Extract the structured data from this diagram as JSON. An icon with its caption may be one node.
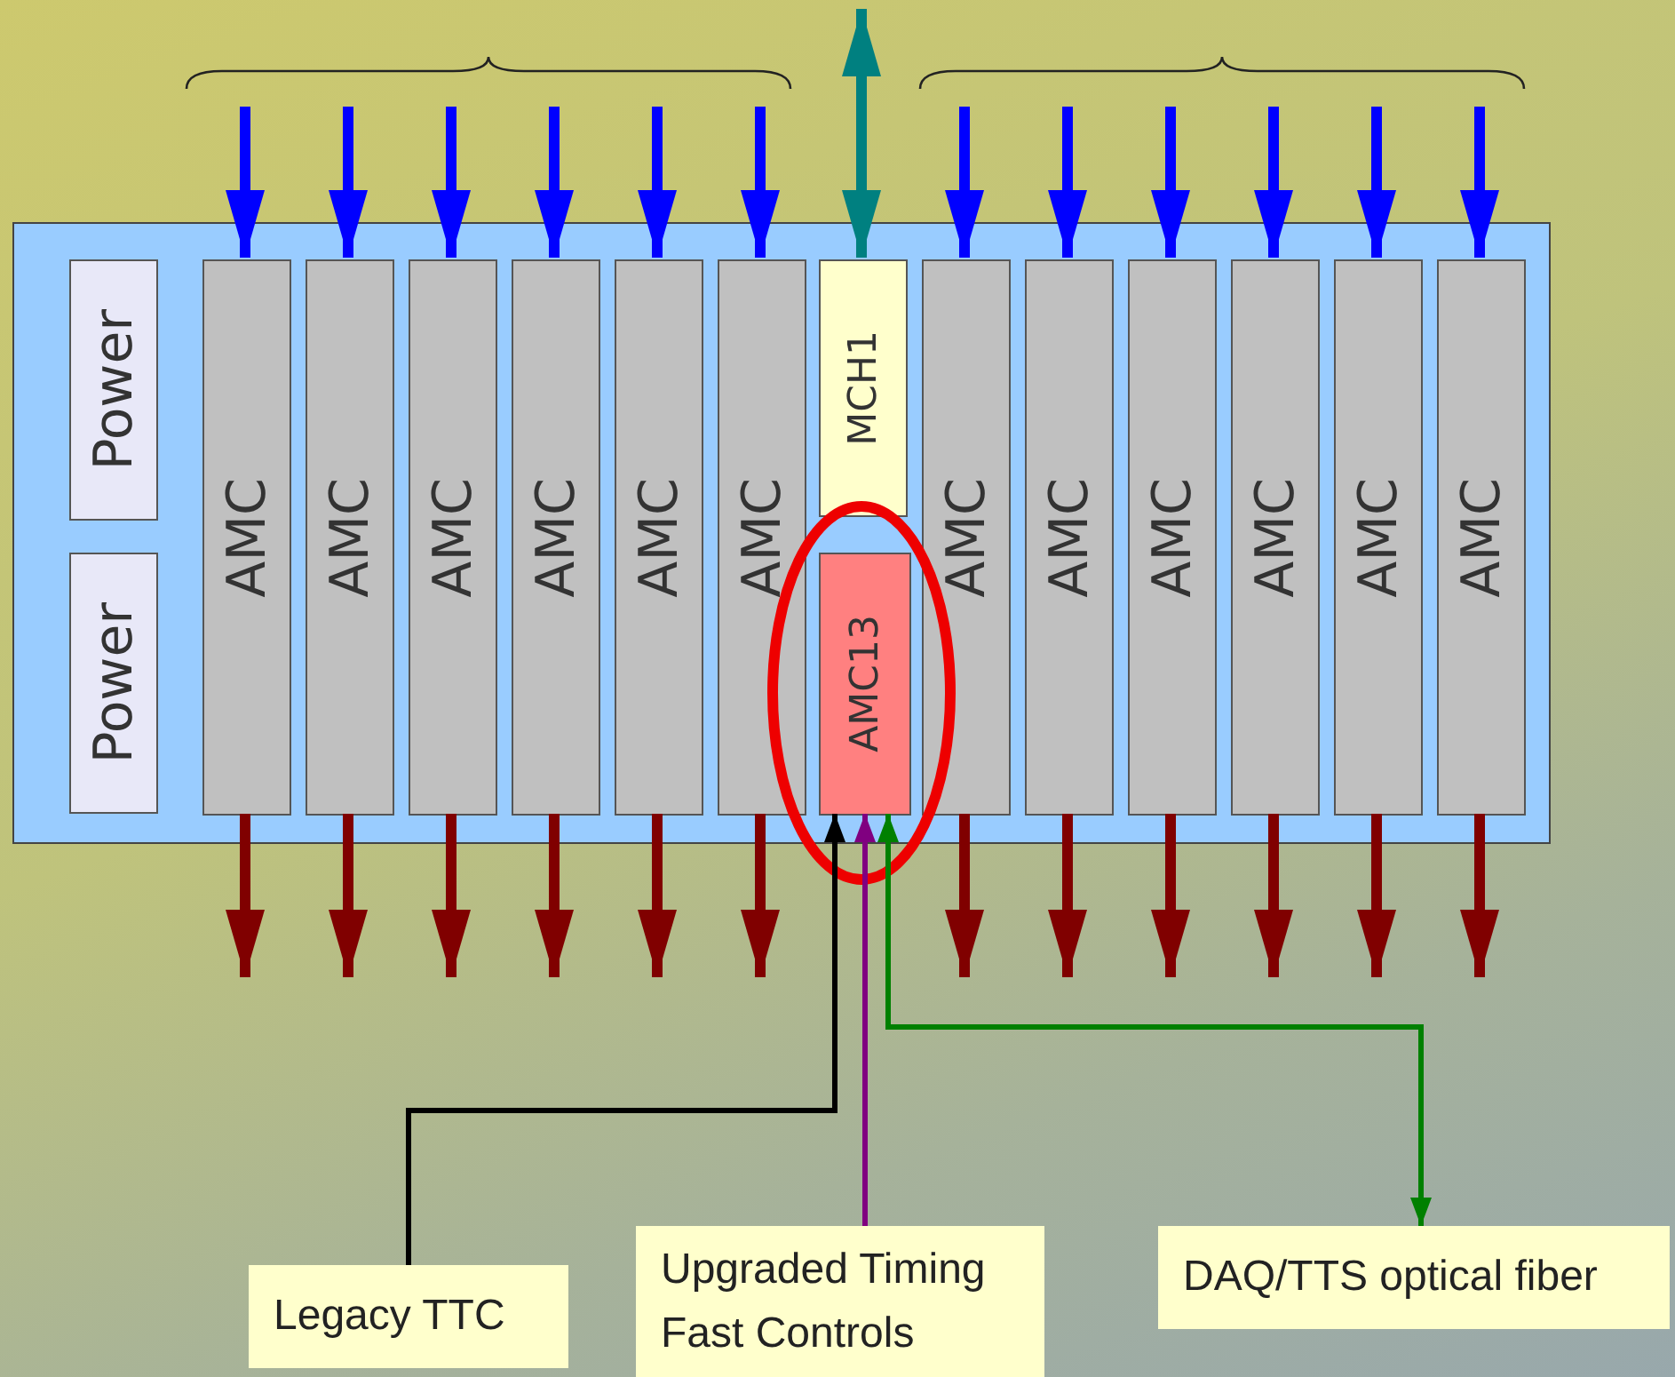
{
  "diagram": {
    "nodes": [
      {
        "text": [],
        "shape": "box"
      },
      {
        "text": [
          "Power"
        ],
        "in": 0
      },
      {
        "text": [
          "Power"
        ],
        "in": 0
      },
      {
        "text": [
          "AMC"
        ],
        "in": 0
      },
      {
        "text": [
          "AMC"
        ],
        "in": 0
      },
      {
        "text": [
          "AMC"
        ],
        "in": 0
      },
      {
        "text": [
          "AMC"
        ],
        "in": 0
      },
      {
        "text": [
          "AMC"
        ],
        "in": 0
      },
      {
        "text": [
          "AMC"
        ],
        "in": 0
      },
      {
        "text": [
          "MCH1"
        ],
        "in": 0
      },
      {
        "text": [
          "AMC13"
        ],
        "in": 0
      },
      {
        "text": [
          "AMC"
        ],
        "in": 0
      },
      {
        "text": [
          "AMC"
        ],
        "in": 0
      },
      {
        "text": [
          "AMC"
        ],
        "in": 0
      },
      {
        "text": [
          "AMC"
        ],
        "in": 0
      },
      {
        "text": [
          "AMC"
        ],
        "in": 0
      },
      {
        "text": [
          "AMC"
        ],
        "in": 0
      },
      {
        "text": [
          "Legacy TTC"
        ]
      },
      {
        "text": [
          "Upgraded Timing Fast Controls"
        ]
      },
      {
        "text": [
          "DAQ/TTS optical fiber"
        ]
      }
    ],
    "edges": [
      {
        "from": null,
        "to": 3,
        "arrow": "to",
        "color": "#0000ff"
      },
      {
        "from": null,
        "to": 4,
        "arrow": "to",
        "color": "#0000ff"
      },
      {
        "from": null,
        "to": 5,
        "arrow": "to",
        "color": "#0000ff"
      },
      {
        "from": null,
        "to": 6,
        "arrow": "to",
        "color": "#0000ff"
      },
      {
        "from": null,
        "to": 7,
        "arrow": "to",
        "color": "#0000ff"
      },
      {
        "from": null,
        "to": 8,
        "arrow": "to",
        "color": "#0000ff"
      },
      {
        "from": 9,
        "to": null,
        "arrow": "both",
        "color": "#008080"
      },
      {
        "from": null,
        "to": 11,
        "arrow": "to",
        "color": "#0000ff"
      },
      {
        "from": null,
        "to": 12,
        "arrow": "to",
        "color": "#0000ff"
      },
      {
        "from": null,
        "to": 13,
        "arrow": "to",
        "color": "#0000ff"
      },
      {
        "from": null,
        "to": 14,
        "arrow": "to",
        "color": "#0000ff"
      },
      {
        "from": null,
        "to": 15,
        "arrow": "to",
        "color": "#0000ff"
      },
      {
        "from": null,
        "to": 16,
        "arrow": "to",
        "color": "#0000ff"
      },
      {
        "from": 3,
        "to": null,
        "arrow": "to",
        "color": "#800000"
      },
      {
        "from": 4,
        "to": null,
        "arrow": "to",
        "color": "#800000"
      },
      {
        "from": 5,
        "to": null,
        "arrow": "to",
        "color": "#800000"
      },
      {
        "from": 6,
        "to": null,
        "arrow": "to",
        "color": "#800000"
      },
      {
        "from": 7,
        "to": null,
        "arrow": "to",
        "color": "#800000"
      },
      {
        "from": 8,
        "to": null,
        "arrow": "to",
        "color": "#800000"
      },
      {
        "from": 11,
        "to": null,
        "arrow": "to",
        "color": "#800000"
      },
      {
        "from": 12,
        "to": null,
        "arrow": "to",
        "color": "#800000"
      },
      {
        "from": 13,
        "to": null,
        "arrow": "to",
        "color": "#800000"
      },
      {
        "from": 14,
        "to": null,
        "arrow": "to",
        "color": "#800000"
      },
      {
        "from": 15,
        "to": null,
        "arrow": "to",
        "color": "#800000"
      },
      {
        "from": 16,
        "to": null,
        "arrow": "to",
        "color": "#800000"
      },
      {
        "from": 17,
        "to": 10,
        "arrow": "to",
        "color": "#000000"
      },
      {
        "from": 18,
        "to": 10,
        "arrow": "to",
        "color": "#800080"
      },
      {
        "from": 10,
        "to": 19,
        "arrow": "both",
        "color": "#008000"
      }
    ]
  }
}
